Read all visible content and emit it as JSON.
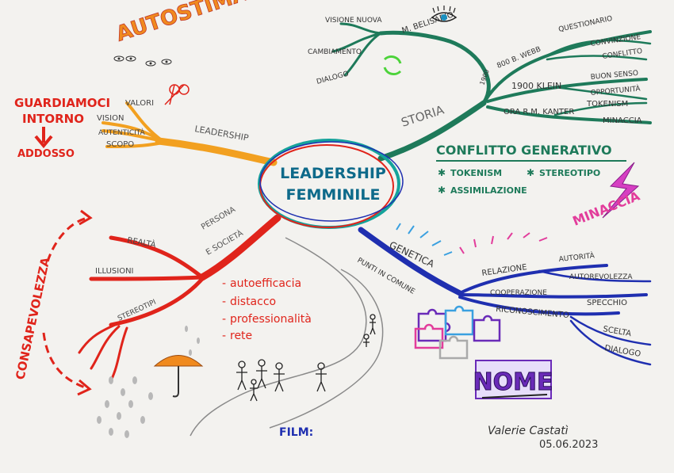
{
  "center": {
    "line1": "LEADERSHIP",
    "line2": "FEMMINILE"
  },
  "top_left": {
    "autostima": "AUTOSTIMA",
    "guardiamoci_1": "GUARDIAMOCI",
    "guardiamoci_2": "INTORNO",
    "addosso": "ADDOSSO",
    "branch_label": "LEADERSHIP",
    "twigs": [
      "VALORI",
      "VISION",
      "AUTENTICITÀ",
      "SCOPO"
    ]
  },
  "top_right": {
    "branch_label": "STORIA",
    "upper": [
      "VISIONE NUOVA",
      "CAMBIAMENTO",
      "DIALOGO",
      "M. BELISARIO"
    ],
    "years": [
      {
        "label": "1900",
        "sub": "800 B. WEBB",
        "item": "QUESTIONARIO"
      },
      {
        "label": "1900 KLEIN",
        "item": "BUON SENSO"
      },
      {
        "label": "ORA R.M. KANTER",
        "item": "TOKENISM"
      }
    ],
    "leaves": [
      "CONVINZIONE",
      "CONFLITTO",
      "OPPORTUNITÀ",
      "MINACCIA"
    ]
  },
  "conflict": {
    "title": "CONFLITTO GENERATIVO",
    "items": [
      "TOKENISM",
      "STEREOTIPO",
      "ASSIMILAZIONE"
    ],
    "bolt_label": "MINACCIA"
  },
  "left": {
    "consapevolezza": "CONSAPEVOLEZZA",
    "branch_label_1": "PERSONA",
    "branch_label_2": "E SOCIETÀ",
    "twigs": [
      "REALTÀ",
      "ILLUSIONI",
      "STEREOTIPI"
    ],
    "list": [
      "autoefficacia",
      "distacco",
      "professionalità",
      "rete"
    ]
  },
  "bottom_right": {
    "branch_label": "GENETICA",
    "sub_label": "PUNTI IN COMUNE",
    "relation": "RELAZIONE",
    "cooperation": "COOPERAZIONE",
    "recognition": "RICONOSCIMENTO",
    "leaves": [
      "AUTORITÀ",
      "AUTOREVOLEZZA",
      "SPECCHIO",
      "SCELTA",
      "DIALOGO"
    ]
  },
  "nome": "NOME",
  "film": "FILM:",
  "signature": "Valerie Castatì",
  "date": "05.06.2023",
  "colors": {
    "orange": "#f08a1e",
    "red": "#e0241b",
    "teal": "#178a78",
    "blue": "#1f2fb0",
    "green": "#1e7a5a",
    "purple": "#6a2bb8",
    "magenta": "#e23c9b"
  }
}
